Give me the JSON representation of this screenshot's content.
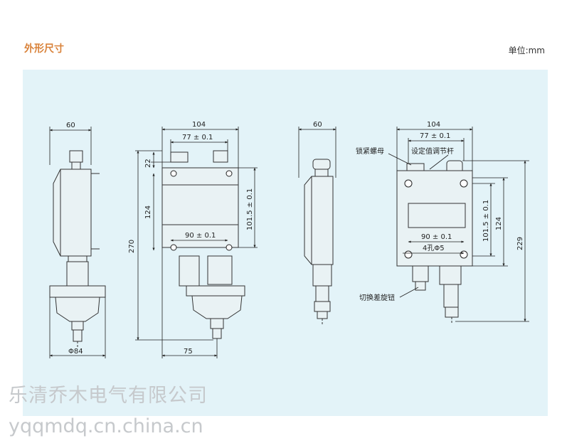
{
  "header": {
    "title": "外形尺寸",
    "unit": "单位:mm"
  },
  "dimensions": {
    "side_a_width": "60",
    "side_a_dia": "Φ84",
    "front_a_width": "104",
    "front_a_top_spacing": "77 ± 0.1",
    "front_a_bottom_spacing": "90 ± 0.1",
    "front_a_22": "22",
    "front_a_124": "124",
    "front_a_270": "270",
    "front_a_101": "101.5 ± 0.1",
    "front_a_75": "75",
    "side_b_width": "60",
    "front_b_width": "104",
    "front_b_top_spacing": "77 ± 0.1",
    "front_b_bottom_spacing": "90 ± 0.1",
    "front_b_holes": "4孔Φ5",
    "front_b_101": "101.5 ± 0.1",
    "front_b_124": "124",
    "front_b_229": "229"
  },
  "callouts": {
    "lock_nut": "锁紧螺母",
    "setpoint_rod": "设定值调节杆",
    "diff_knob": "切换差旋钮"
  },
  "watermark": {
    "company": "乐清乔木电气有限公司",
    "site": "yqqmdq.cn.china.cn"
  }
}
